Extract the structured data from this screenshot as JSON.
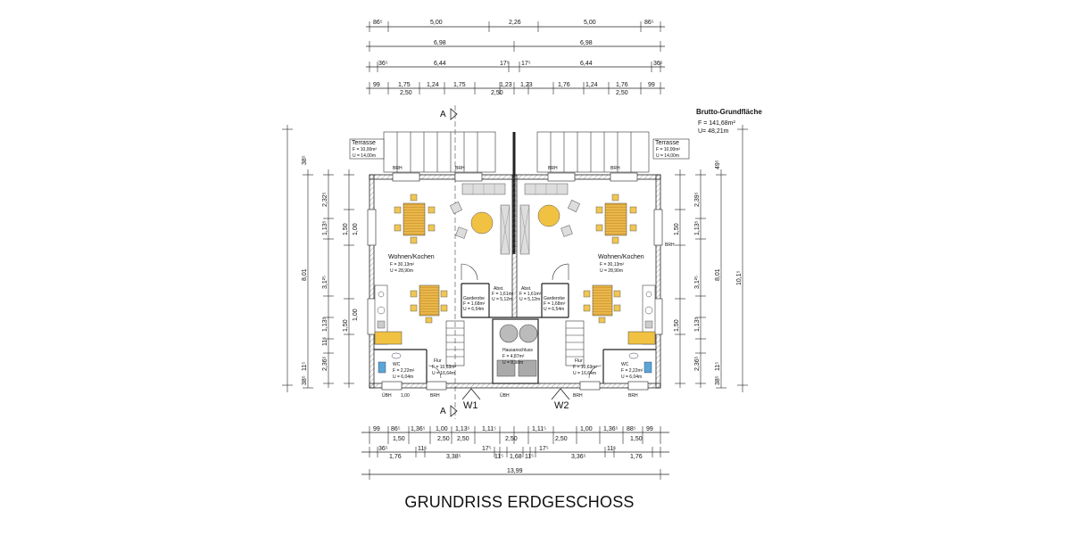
{
  "title": "GRUNDRISS ERDGESCHOSS",
  "brutto": {
    "heading": "Brutto-Grundfläche",
    "f": "F = 141,68m²",
    "u": "U= 48,21m"
  },
  "section_marks": {
    "top": "A",
    "bottom": "A"
  },
  "entrances": {
    "w1": "W1",
    "w2": "W2"
  },
  "rooms": {
    "terrasse_left": {
      "name": "Terrasse",
      "f": "F = 10,00m²",
      "u": "U = 14,00m"
    },
    "terrasse_right": {
      "name": "Terrasse",
      "f": "F = 10,00m²",
      "u": "U = 14,00m"
    },
    "wohnen_left": {
      "name": "Wohnen/Kochen",
      "f": "F = 30,13m²",
      "u": "U = 28,90m"
    },
    "wohnen_right": {
      "name": "Wohnen/Kochen",
      "f": "F = 30,13m²",
      "u": "U = 28,90m"
    },
    "garderobe_left": {
      "name": "Garderobe",
      "f": "F = 1,68m²",
      "u": "U = 6,54m"
    },
    "garderobe_right": {
      "name": "Garderobe",
      "f": "F = 1,68m²",
      "u": "U = 6,54m"
    },
    "abst_left": {
      "name": "Abst.",
      "f": "F = 1,61m²",
      "u": "U = 5,12m"
    },
    "abst_right": {
      "name": "Abst.",
      "f": "F = 1,61m²",
      "u": "U = 5,12m"
    },
    "hausanschluss": {
      "name": "Hausanschluss",
      "f": "F = 4,87m²",
      "u": "U = 8,98m"
    },
    "flur_left": {
      "name": "Flur",
      "f": "F = 10,63m²",
      "u": "U = 16,64m"
    },
    "flur_right": {
      "name": "Flur",
      "f": "F = 10,63m²",
      "u": "U = 16,64m"
    },
    "wc_left": {
      "name": "WC",
      "f": "F = 2,22m²",
      "u": "U = 6,04m"
    },
    "wc_right": {
      "name": "WC",
      "f": "F = 2,22m²",
      "u": "U = 6,04m"
    }
  },
  "window_labels": {
    "brh": "BRH",
    "ubh": "ÜBH",
    "brh_value": "1,00"
  },
  "dims_top": {
    "row1": [
      "86⁵",
      "5,00",
      "2,26",
      "5,00",
      "86⁵"
    ],
    "row2": [
      "6,98",
      "6,98"
    ],
    "row3": [
      "36⁵",
      "6,44",
      "17⁵",
      "17⁵",
      "6,44",
      "36⁵"
    ],
    "row4a": [
      "99",
      "1,75",
      "1,24",
      "1,75",
      "1,23",
      "1,23",
      "1,76",
      "1,24",
      "1,76",
      "99"
    ],
    "row4b": [
      "2,50",
      "2,50",
      "2,50"
    ]
  },
  "dims_bottom": {
    "row1a": [
      "99",
      "86⁵",
      "1,36⁵",
      "1,00",
      "1,13⁵",
      "1,11⁵",
      "1,11⁵",
      "1,00",
      "1,36⁵",
      "88⁵",
      "99"
    ],
    "row1b": [
      "1,50",
      "2,50",
      "2,50",
      "2,50",
      "2,50",
      "1,50"
    ],
    "row2": [
      "36⁵",
      "1,76",
      "11⁵",
      "3,38⁵",
      "17⁵",
      "11⁵",
      "1,68",
      "11⁵",
      "17⁵",
      "3,36⁵",
      "11⁵",
      "1,76"
    ],
    "row3": [
      "13,99"
    ]
  },
  "dims_left": [
    "38⁵",
    "2,32⁵",
    "1,13⁵",
    "1,50",
    "1,00",
    "3,1²⁵",
    "8,01",
    "1,13⁵",
    "1,50",
    "1,00",
    "11⁵",
    "2,36⁵",
    "11⁵",
    "38⁵"
  ],
  "dims_right": [
    "49⁵",
    "2,39⁵",
    "1,13⁵",
    "1,50",
    "8,01",
    "3,1²⁵",
    "10,1⁵",
    "1,13⁵",
    "1,50",
    "2,36⁵",
    "11⁵",
    "38⁵"
  ]
}
